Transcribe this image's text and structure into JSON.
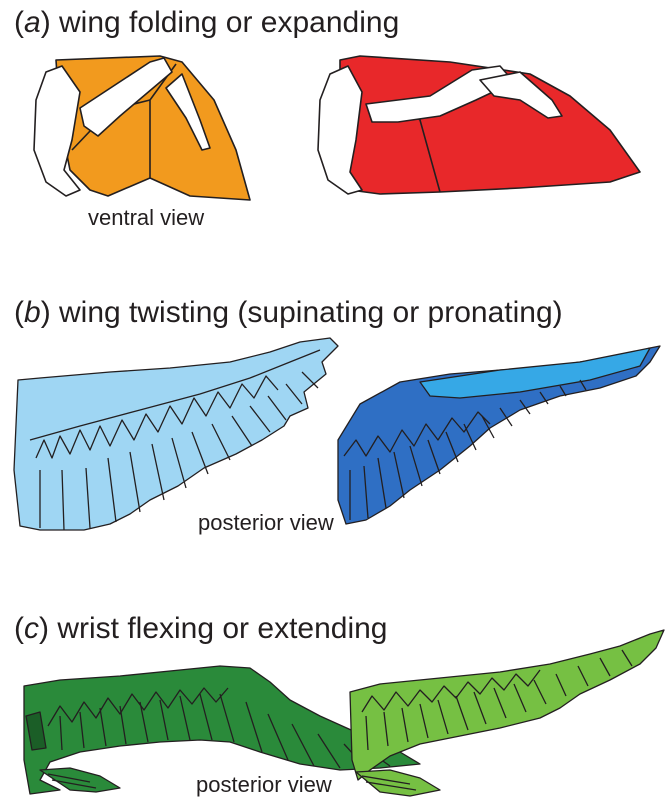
{
  "panels": [
    {
      "letter": "a",
      "caption": "wing folding or expanding",
      "view_label": "ventral view",
      "colors": {
        "left": "#f29a1e",
        "right": "#e8282a"
      }
    },
    {
      "letter": "b",
      "caption": "wing twisting (supinating or pronating)",
      "view_label": "posterior view",
      "colors": {
        "left": "#9fd6f3",
        "right": "#2f6fc4",
        "right_highlight": "#36a8e6"
      }
    },
    {
      "letter": "c",
      "caption": "wrist flexing or extending",
      "view_label": "posterior view",
      "colors": {
        "left": "#2a8a3a",
        "right": "#76c043"
      }
    }
  ]
}
